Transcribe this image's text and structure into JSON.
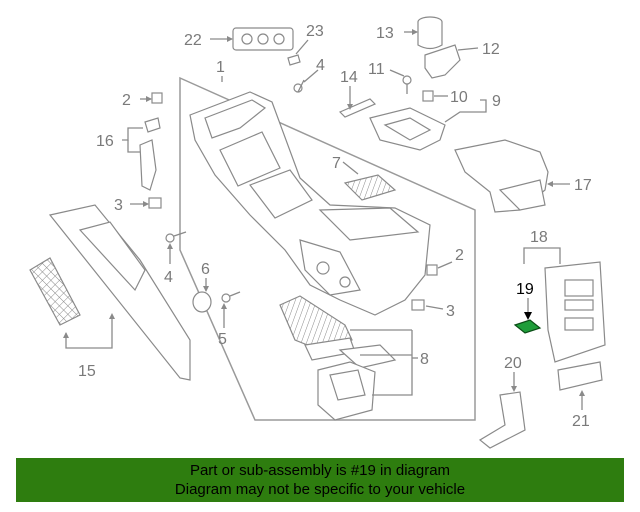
{
  "diagram": {
    "highlighted_part": "19",
    "callouts": [
      "1",
      "2",
      "2",
      "3",
      "3",
      "4",
      "4",
      "5",
      "6",
      "7",
      "8",
      "9",
      "10",
      "11",
      "12",
      "13",
      "14",
      "15",
      "16",
      "17",
      "18",
      "19",
      "20",
      "21",
      "22",
      "23"
    ],
    "highlight_color": "#1f9d3a"
  },
  "banner": {
    "line1": "Part or sub-assembly is #19 in diagram",
    "line2": "Diagram may not be specific to your vehicle",
    "background": "#2e7d0f"
  }
}
